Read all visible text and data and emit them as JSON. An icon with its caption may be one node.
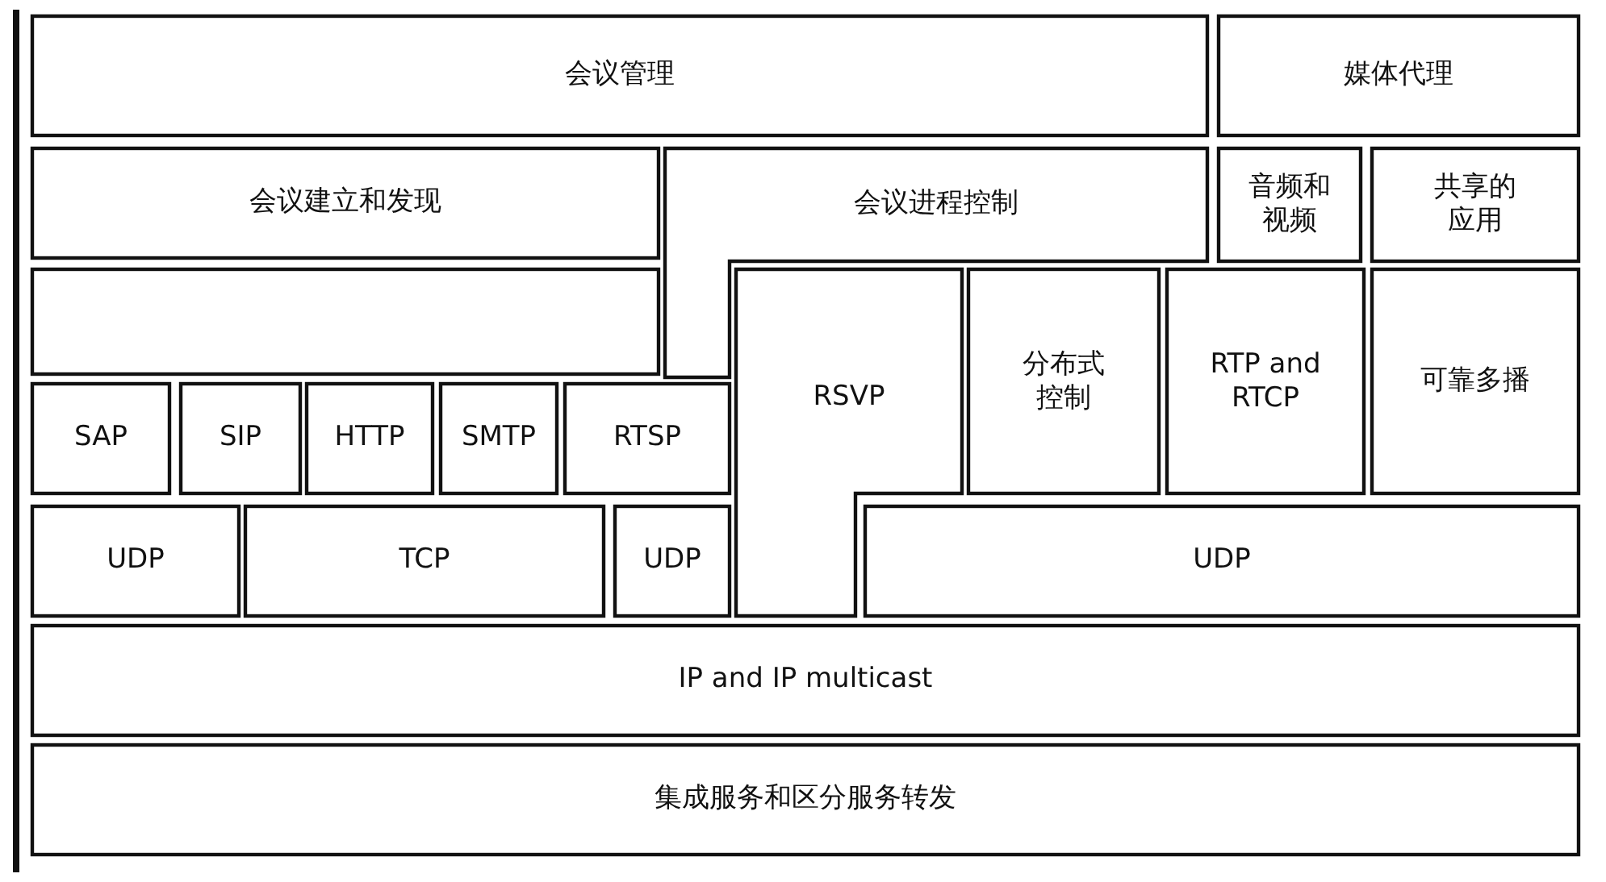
{
  "diagram": {
    "nodes": [
      {
        "text": [
          "会议管理"
        ]
      },
      {
        "text": [
          "媒体代理"
        ]
      },
      {
        "text": [
          "会议建立和发现"
        ]
      },
      {
        "text": [
          "会议进程控制"
        ]
      },
      {
        "text": [
          "音频和视频"
        ]
      },
      {
        "text": [
          "共享的应用"
        ]
      },
      {
        "text": [],
        "shape": "box"
      },
      {
        "text": [
          "RSVP"
        ]
      },
      {
        "text": [
          "分布式控制"
        ]
      },
      {
        "text": [
          "RTP and RTCP"
        ]
      },
      {
        "text": [
          "可靠多播"
        ]
      },
      {
        "text": [
          "SAP"
        ]
      },
      {
        "text": [
          "SIP"
        ]
      },
      {
        "text": [
          "HTTP"
        ]
      },
      {
        "text": [
          "SMTP"
        ]
      },
      {
        "text": [
          "RTSP"
        ]
      },
      {
        "text": [
          "UDP"
        ]
      },
      {
        "text": [
          "TCP"
        ]
      },
      {
        "text": [
          "UDP"
        ]
      },
      {
        "text": [
          "UDP"
        ]
      },
      {
        "text": [
          "IP and IP multicast"
        ]
      },
      {
        "text": [
          "集成服务和区分服务转发"
        ]
      }
    ]
  }
}
